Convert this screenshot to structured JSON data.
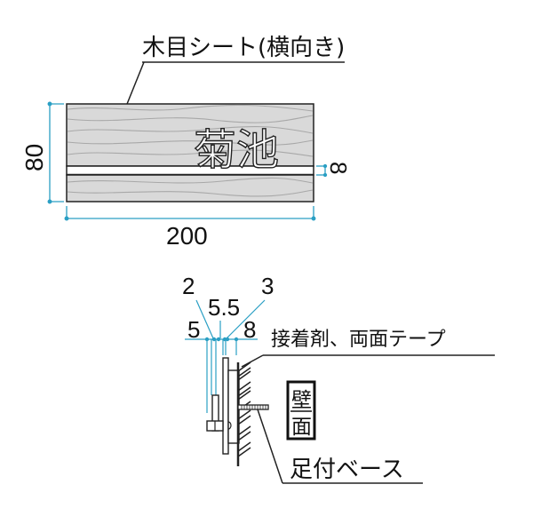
{
  "front_view": {
    "callout_label": "木目シート(横向き)",
    "nameplate_text": "菊池",
    "dim_height": "80",
    "dim_width": "200",
    "dim_slot": "8"
  },
  "side_view": {
    "dims": {
      "d2": "2",
      "d3": "3",
      "d5_5": "5.5",
      "d5": "5",
      "d8": "8"
    },
    "callout_adhesive": "接着剤、両面テープ",
    "wall_label_top": "壁",
    "wall_label_bottom": "面",
    "callout_base": "足付ベース"
  },
  "colors": {
    "dimension_line": "#2a9fc4",
    "wood_fill": "#d9d9d9",
    "grain": "#a8a8a8",
    "outline": "#222222"
  }
}
